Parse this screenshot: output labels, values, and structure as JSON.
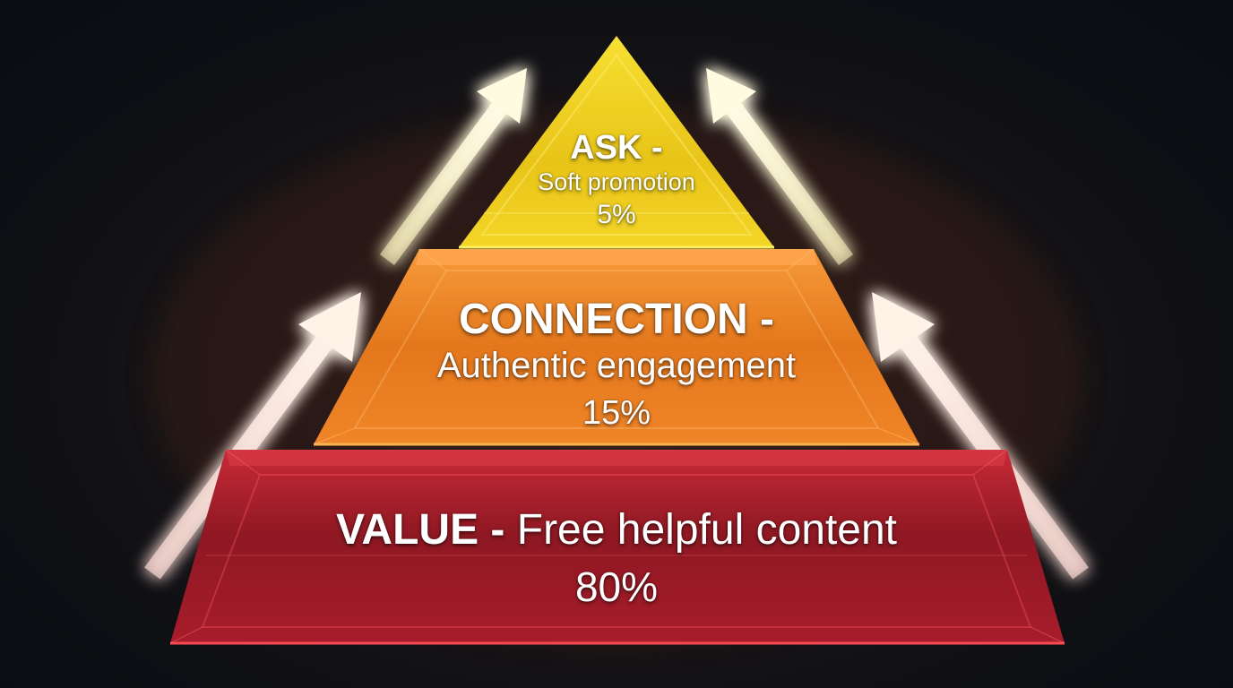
{
  "diagram": {
    "type": "pyramid",
    "tiers": [
      {
        "name": "ask",
        "title": "ASK -",
        "subtitle": "Soft promotion",
        "percent": "5%",
        "color": "#f2d21a"
      },
      {
        "name": "connection",
        "title": "CONNECTION -",
        "subtitle": "Authentic engagement",
        "percent": "15%",
        "color": "#f08a24"
      },
      {
        "name": "value",
        "title": "VALUE -",
        "subtitle": "Free helpful content",
        "percent": "80%",
        "color": "#b51e2c"
      }
    ],
    "arrows": [
      {
        "side": "left",
        "level": "upper",
        "direction": "up-right",
        "color": "#fff4b0"
      },
      {
        "side": "right",
        "level": "upper",
        "direction": "up-left",
        "color": "#fff4b0"
      },
      {
        "side": "left",
        "level": "lower",
        "direction": "up-right",
        "color": "#ffe6d8"
      },
      {
        "side": "right",
        "level": "lower",
        "direction": "up-left",
        "color": "#ffe6d8"
      }
    ],
    "background_color": "#0d0f14"
  }
}
